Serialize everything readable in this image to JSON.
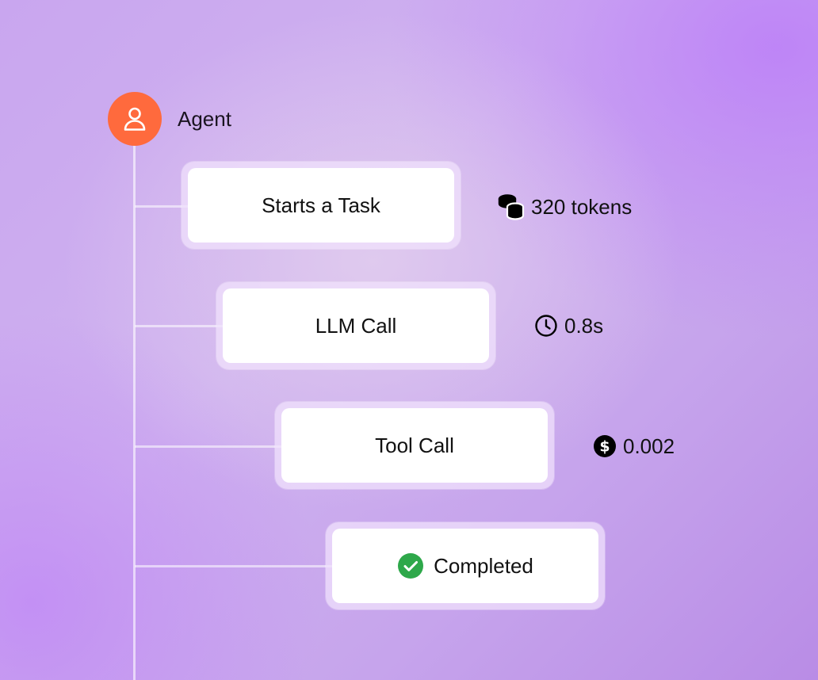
{
  "agent": {
    "label": "Agent",
    "icon": "user-icon",
    "avatar_color": "#ff6a3d"
  },
  "steps": [
    {
      "label": "Starts a Task",
      "metric": {
        "icon": "coins-icon",
        "value": "320 tokens"
      }
    },
    {
      "label": "LLM Call",
      "metric": {
        "icon": "clock-icon",
        "value": "0.8s"
      }
    },
    {
      "label": "Tool Call",
      "metric": {
        "icon": "dollar-icon",
        "value": "0.002"
      }
    },
    {
      "label": "Completed",
      "status_icon": "check-circle-icon",
      "status_color": "#2ea84a"
    }
  ],
  "colors": {
    "background": "#c9a6ef",
    "accent": "#ff6a3d",
    "success": "#2ea84a"
  }
}
